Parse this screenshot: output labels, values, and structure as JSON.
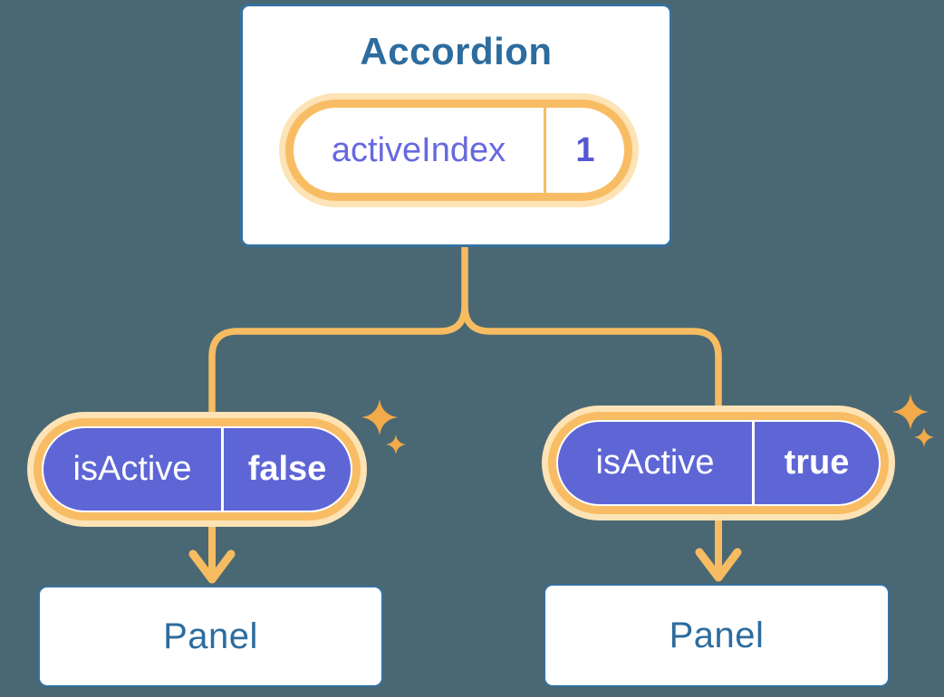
{
  "theme": {
    "background": "#4a6873",
    "card_bg": "#ffffff",
    "card_border": "#35719f",
    "heading_text": "#2d6c9e",
    "orange_ring": "#f8bd64",
    "orange_halo": "#fde3b5",
    "connector": "#f7bc62",
    "sparkle": "#f2aa4a",
    "purple_fill": "#5e66d6",
    "purple_text": "#6768df",
    "value_text": "#5558d1",
    "white_text": "#ffffff"
  },
  "icons": {
    "sparkle_icon": "✦",
    "arrow_down_icon": "↓"
  },
  "diagram": {
    "root": {
      "title": "Accordion",
      "state": {
        "label": "activeIndex",
        "value": "1"
      }
    },
    "children": [
      {
        "prop": {
          "label": "isActive",
          "value": "false"
        },
        "box": "Panel"
      },
      {
        "prop": {
          "label": "isActive",
          "value": "true"
        },
        "box": "Panel"
      }
    ]
  }
}
